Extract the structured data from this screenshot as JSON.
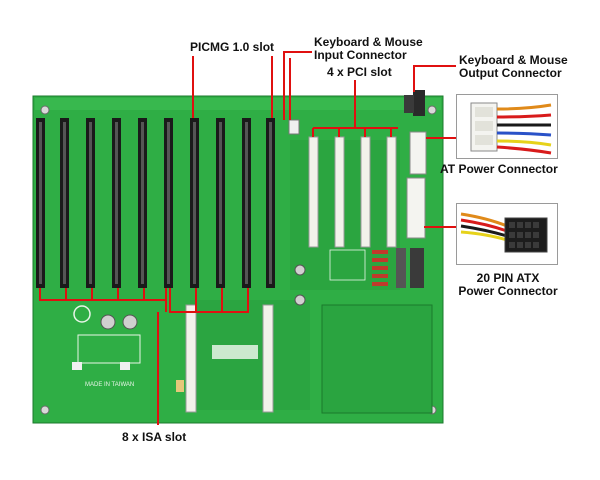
{
  "labels": {
    "picmg": "PICMG 1.0 slot",
    "kb_input_line1": "Keyboard & Mouse",
    "kb_input_line2": "Input Connector",
    "pci": "4 x PCI slot",
    "kb_output_line1": "Keyboard & Mouse",
    "kb_output_line2": "Output Connector",
    "at_power": "AT Power Connector",
    "atx_line1": "20 PIN ATX",
    "atx_line2": "Power Connector",
    "isa": "8 x ISA slot"
  },
  "board": {
    "silkscreen_made_in": "MADE IN TAIWAN"
  },
  "colors": {
    "board_green": "#2fae45",
    "board_dark": "#1f8a33",
    "callout_red": "#e01010",
    "slot_black": "#1a1a1a",
    "slot_white": "#f2f2ea"
  }
}
